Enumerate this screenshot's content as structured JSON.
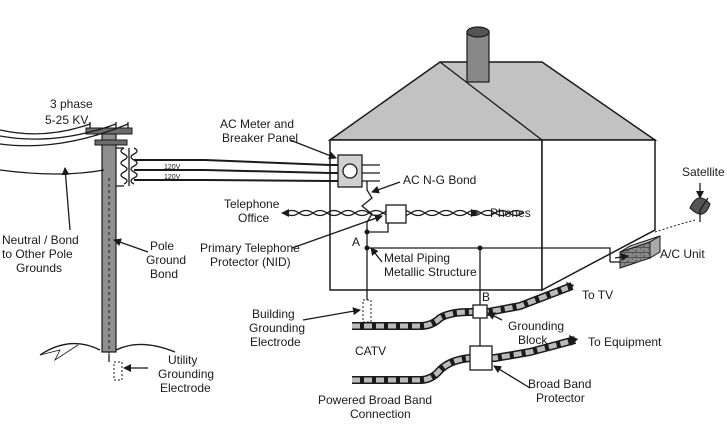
{
  "labels": {
    "three_phase_line1": "3 phase",
    "three_phase_line2": "5-25 KV",
    "neutral_line1": "Neutral / Bond",
    "neutral_line2": "to Other Pole",
    "neutral_line3": "Grounds",
    "pole_ground_line1": "Pole",
    "pole_ground_line2": "Ground",
    "pole_ground_line3": "Bond",
    "utility_line1": "Utility",
    "utility_line2": "Grounding",
    "utility_line3": "Electrode",
    "meter_line1": "AC Meter and",
    "meter_line2": "Breaker Panel",
    "volt_1": "120V",
    "volt_2": "120V",
    "ng_bond": "AC N-G Bond",
    "tel_office_line1": "Telephone",
    "tel_office_line2": "Office",
    "phones": "Phones",
    "ptp_line1": "Primary Telephone",
    "ptp_line2": "Protector (NID)",
    "point_a": "A",
    "metal_line1": "Metal Piping",
    "metal_line2": "Metallic Structure",
    "bge_line1": "Building",
    "bge_line2": "Grounding",
    "bge_line3": "Electrode",
    "catv": "CATV",
    "point_b": "B",
    "to_tv": "To TV",
    "gb_line1": "Grounding",
    "gb_line2": "Block",
    "to_equipment": "To Equipment",
    "pbb_line1": "Powered Broad Band",
    "pbb_line2": "Connection",
    "bbp_line1": "Broad Band",
    "bbp_line2": "Protector",
    "satellite": "Satellite",
    "ac_unit": "A/C Unit"
  }
}
